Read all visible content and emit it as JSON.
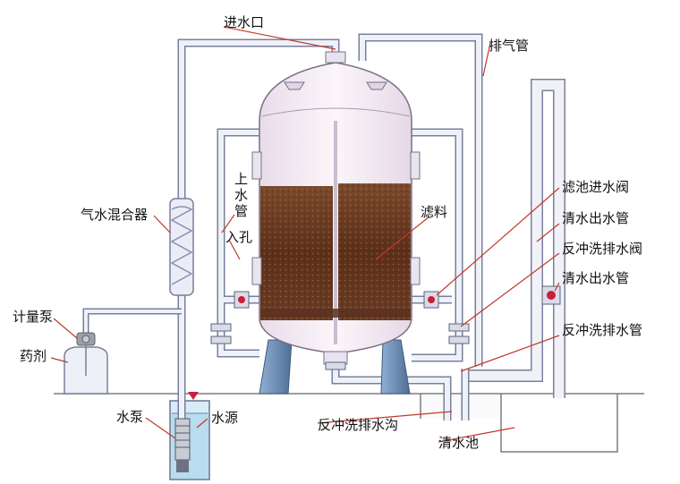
{
  "labels": {
    "inlet": "进水口",
    "exhaust_pipe": "排气管",
    "filter_inlet_valve": "滤池进水阀",
    "clean_water_outlet_pipe_1": "清水出水管",
    "backwash_drain_valve": "反冲洗排水阀",
    "clean_water_outlet_pipe_2": "清水出水管",
    "backwash_drain_pipe": "反冲洗排水管",
    "backwash_drain_ditch": "反冲洗排水沟",
    "clean_water_tank": "清水池",
    "water_source": "水源",
    "water_pump": "水泵",
    "reagent": "药剂",
    "metering_pump": "计量泵",
    "air_water_mixer": "气水混合器",
    "upper_water_pipe_line1": "上",
    "upper_water_pipe_line2": "水",
    "upper_water_pipe_line3": "管",
    "manhole": "入孔",
    "filter_media": "滤料"
  },
  "colors": {
    "pipe_fill": "#e8ecf6",
    "pipe_stroke": "#7a7f9c",
    "tank_fill": "#f6eef4",
    "media": "#6b3a22",
    "leg": "#6e8fb4",
    "leader_line": "#c0392b",
    "ground": "#7d7d7d",
    "water": "#b9dcef",
    "valve_red": "#c8203a"
  }
}
